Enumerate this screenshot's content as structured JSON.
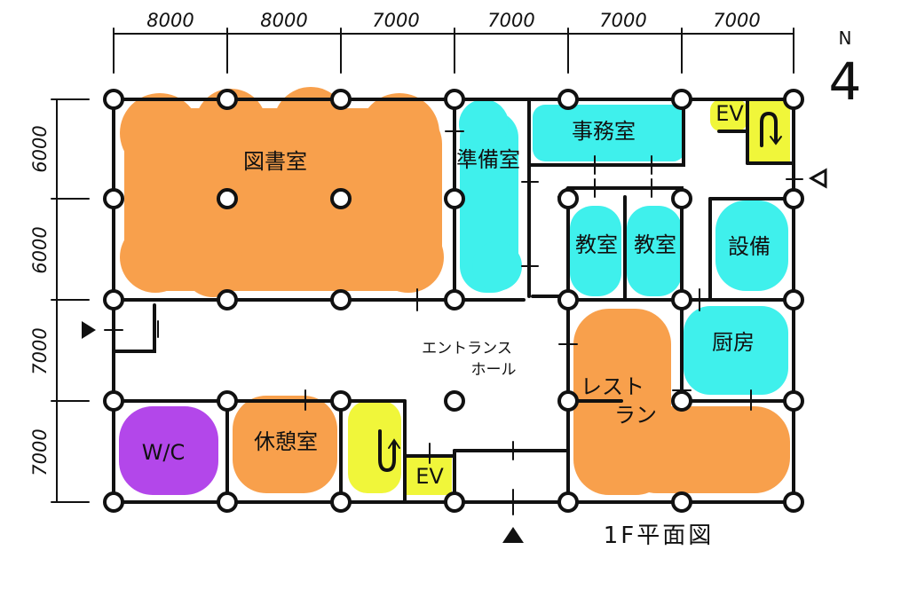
{
  "dimensions": {
    "top": [
      "8000",
      "8000",
      "7000",
      "7000",
      "7000",
      "7000"
    ],
    "left": [
      "6000",
      "6000",
      "7000",
      "7000"
    ]
  },
  "rooms": {
    "library": "図書室",
    "prep_room": "準備室",
    "office": "事務室",
    "teacher_room_1": "教室",
    "teacher_room_2": "教室",
    "equipment": "設備",
    "entrance_hall_line1": "エントランス",
    "entrance_hall_line2": "ホール",
    "kitchen": "厨房",
    "restaurant_line1": "レスト",
    "restaurant_line2": "ラン",
    "lounge": "休憩室",
    "wc": "W/C",
    "ev_bottom": "EV",
    "ev_top": "EV"
  },
  "title": "1F平面図",
  "north_label": "N",
  "north_number": "4",
  "colors": {
    "orange": "#f8a04c",
    "cyan": "#3ff0ec",
    "yellow": "#f0f63a",
    "purple": "#b347ea",
    "line": "#111111"
  },
  "icons": {
    "stair_bottom": "stair-u-turn-icon",
    "stair_top": "stair-n-turn-icon",
    "entrance_arrows": "triangle-arrow-icon"
  }
}
